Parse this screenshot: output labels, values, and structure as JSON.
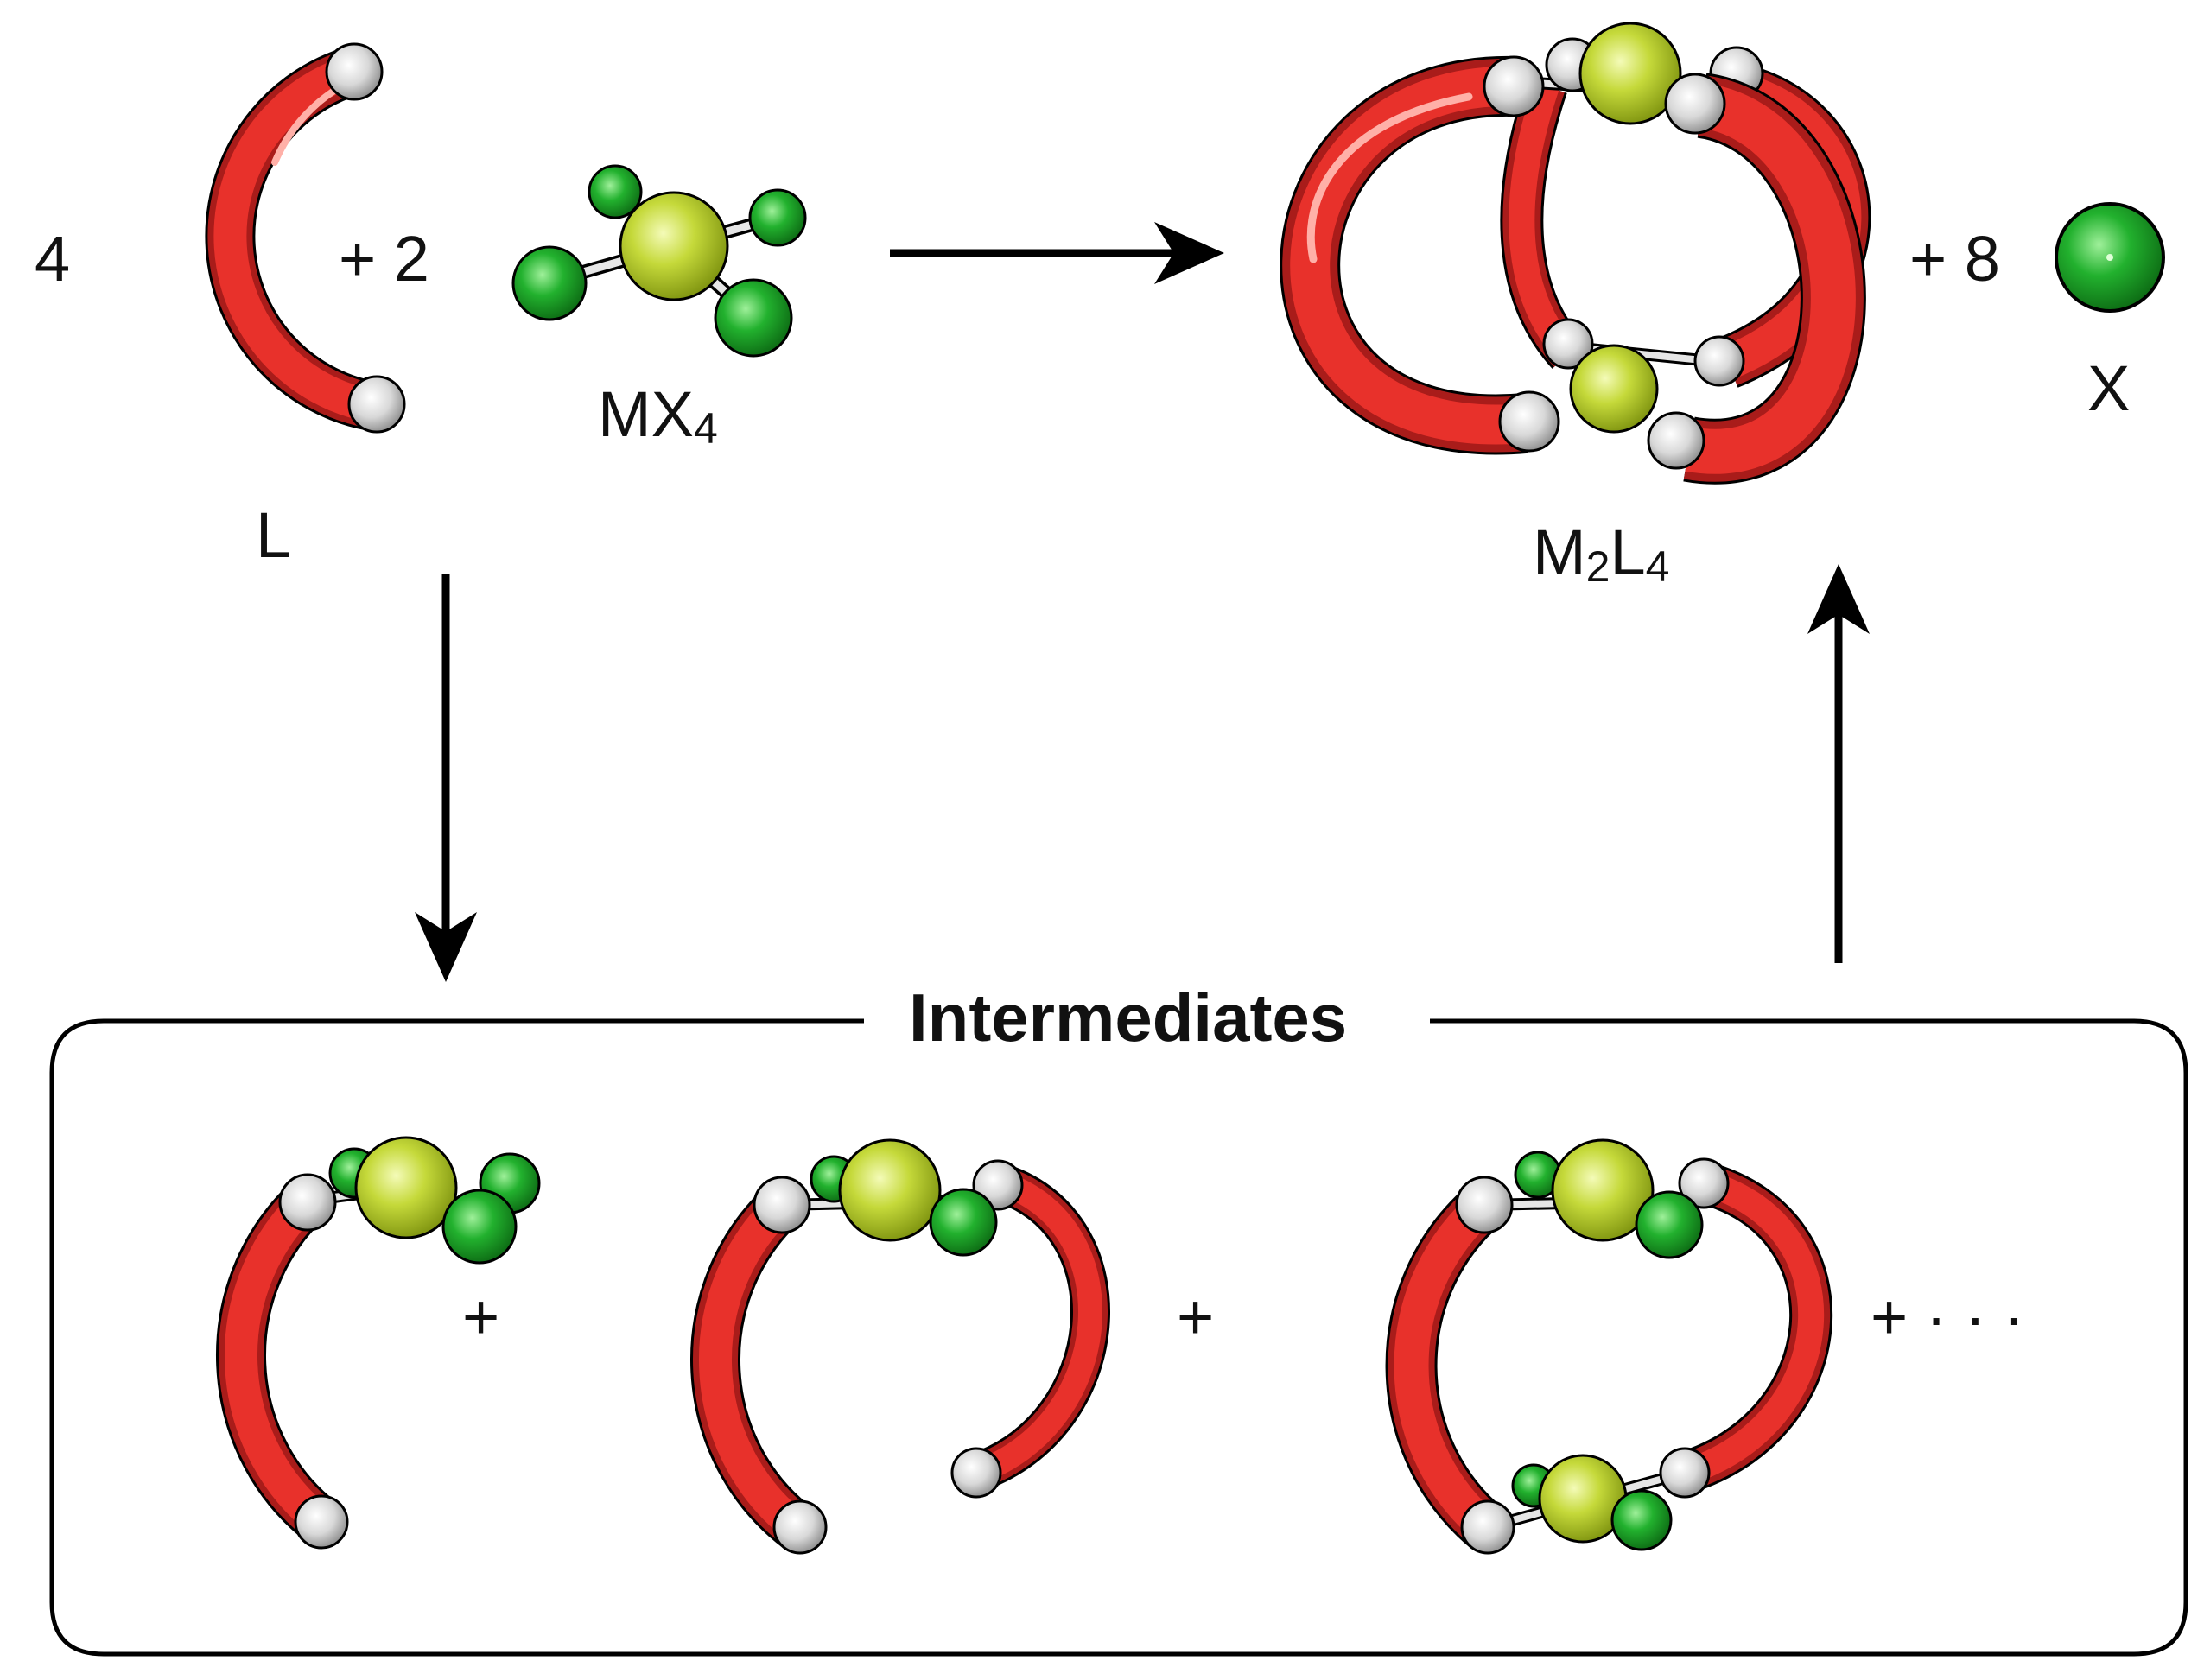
{
  "equation": {
    "coef_L": "4",
    "plus_MX4": "+ 2",
    "plus_X": "+ 8"
  },
  "labels": {
    "L": "L",
    "MX4_base": "MX",
    "MX4_sub": "4",
    "M2L4_M": "M",
    "M2L4_sub1": "2",
    "M2L4_L": "L",
    "M2L4_sub2": "4",
    "X": "X"
  },
  "intermediates": {
    "title": "Intermediates",
    "plus_1": "+",
    "plus_2": "+",
    "plus_more": "+ · · ·"
  },
  "colors": {
    "ligand": "#e8312b",
    "ligand_dark": "#a91c1a",
    "metal": "#b8d12e",
    "halide": "#1faa2a",
    "end_cap": "#dcdcdc",
    "arrow": "#000000"
  }
}
